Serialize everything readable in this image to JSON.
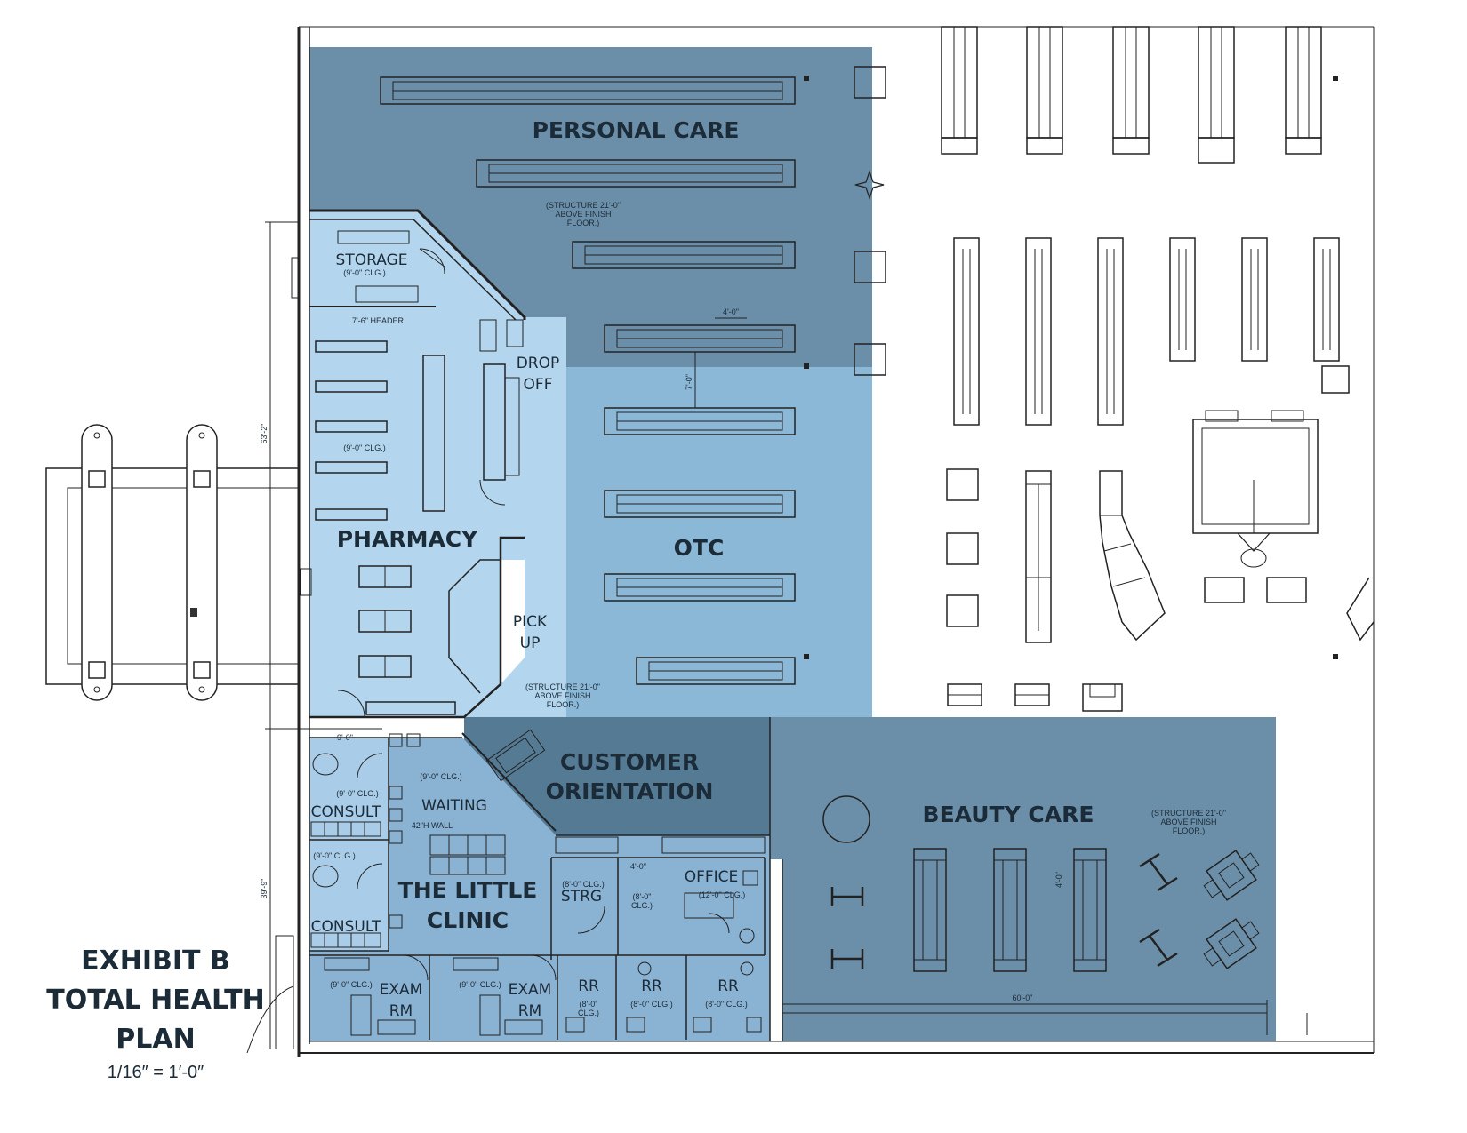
{
  "exhibit": {
    "line1": "EXHIBIT B",
    "line2": "TOTAL HEALTH",
    "line3": "PLAN",
    "scale": "1/16″ = 1′-0″"
  },
  "zones": {
    "personal_care": "PERSONAL CARE",
    "otc": "OTC",
    "pharmacy": "PHARMACY",
    "customer_orientation_1": "CUSTOMER",
    "customer_orientation_2": "ORIENTATION",
    "beauty_care": "BEAUTY CARE",
    "little_clinic_1": "THE LITTLE",
    "little_clinic_2": "CLINIC"
  },
  "rooms": {
    "storage": "STORAGE",
    "drop_off_1": "DROP",
    "drop_off_2": "OFF",
    "pick_up_1": "PICK",
    "pick_up_2": "UP",
    "consult_top": "CONSULT",
    "consult_bottom": "CONSULT",
    "waiting": "WAITING",
    "strg": "STRG",
    "office": "OFFICE",
    "exam_1a": "EXAM",
    "exam_1b": "RM",
    "exam_2a": "EXAM",
    "exam_2b": "RM",
    "rr_1": "RR",
    "rr_2": "RR",
    "rr_3": "RR"
  },
  "notes": {
    "storage_clg": "(9'-0\" CLG.)",
    "header": "7'-6\" HEADER",
    "pharmacy_clg": "(9'-0\" CLG.)",
    "structure_pc_1": "(STRUCTURE 21'-0\"",
    "structure_pc_2": "ABOVE FINISH",
    "structure_pc_3": "FLOOR.)",
    "structure_otc_1": "(STRUCTURE 21'-0\"",
    "structure_otc_2": "ABOVE FINISH",
    "structure_otc_3": "FLOOR.)",
    "structure_bc_1": "(STRUCTURE 21'-0\"",
    "structure_bc_2": "ABOVE FINISH",
    "structure_bc_3": "FLOOR.)",
    "dim_4ft_otc": "4'-0\"",
    "dim_7ft": "7'-0\"",
    "dim_63ft": "63'-2\"",
    "dim_39ft": "39'-9\"",
    "dim_9ft": "9'-0\"",
    "dim_60ft": "60'-0\"",
    "dim_4ft_clinic": "4'-0\"",
    "dim_4ft_beauty": "4'-0\"",
    "consult_top_clg": "(9'-0\" CLG.)",
    "consult_bottom_clg": "(9'-0\" CLG.)",
    "waiting_clg": "(9'-0\" CLG.)",
    "wall_42": "42\"H WALL",
    "strg_clg": "(8'-0\" CLG.)",
    "office_8ft_1": "(8'-0\"",
    "office_8ft_2": "CLG.)",
    "office_12ft": "(12'-0\" CLG.)",
    "exam1_clg": "(9'-0\" CLG.)",
    "exam2_clg": "(9'-0\" CLG.)",
    "rr1_clg_1": "(8'-0\"",
    "rr1_clg_2": "CLG.)",
    "rr2_clg": "(8'-0\" CLG.)",
    "rr3_clg": "(8'-0\" CLG.)"
  },
  "colors": {
    "personal_care": "#6b8fa8",
    "otc": "#8cb8d8",
    "pharmacy": "#b3d6ee",
    "customer_orientation": "#557a94",
    "beauty_care": "#6b8fa8",
    "little_clinic": "#8ab2d2",
    "clinic_side": "#a9cde8"
  }
}
